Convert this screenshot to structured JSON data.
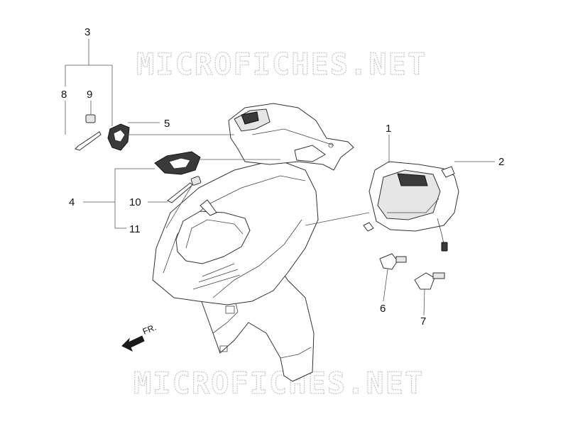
{
  "watermark": {
    "top": "MICROFICHES.NET",
    "bottom": "MICROFICHES.NET"
  },
  "direction_label": "FR.",
  "callouts": [
    {
      "id": "1",
      "label": "1"
    },
    {
      "id": "2",
      "label": "2"
    },
    {
      "id": "3",
      "label": "3"
    },
    {
      "id": "4",
      "label": "4"
    },
    {
      "id": "5",
      "label": "5"
    },
    {
      "id": "6",
      "label": "6"
    },
    {
      "id": "7",
      "label": "7"
    },
    {
      "id": "8",
      "label": "8"
    },
    {
      "id": "9",
      "label": "9"
    },
    {
      "id": "10",
      "label": "10"
    },
    {
      "id": "11",
      "label": "11"
    }
  ],
  "colors": {
    "line": "#333333",
    "watermark": "#c9c9c9",
    "background": "#ffffff"
  }
}
